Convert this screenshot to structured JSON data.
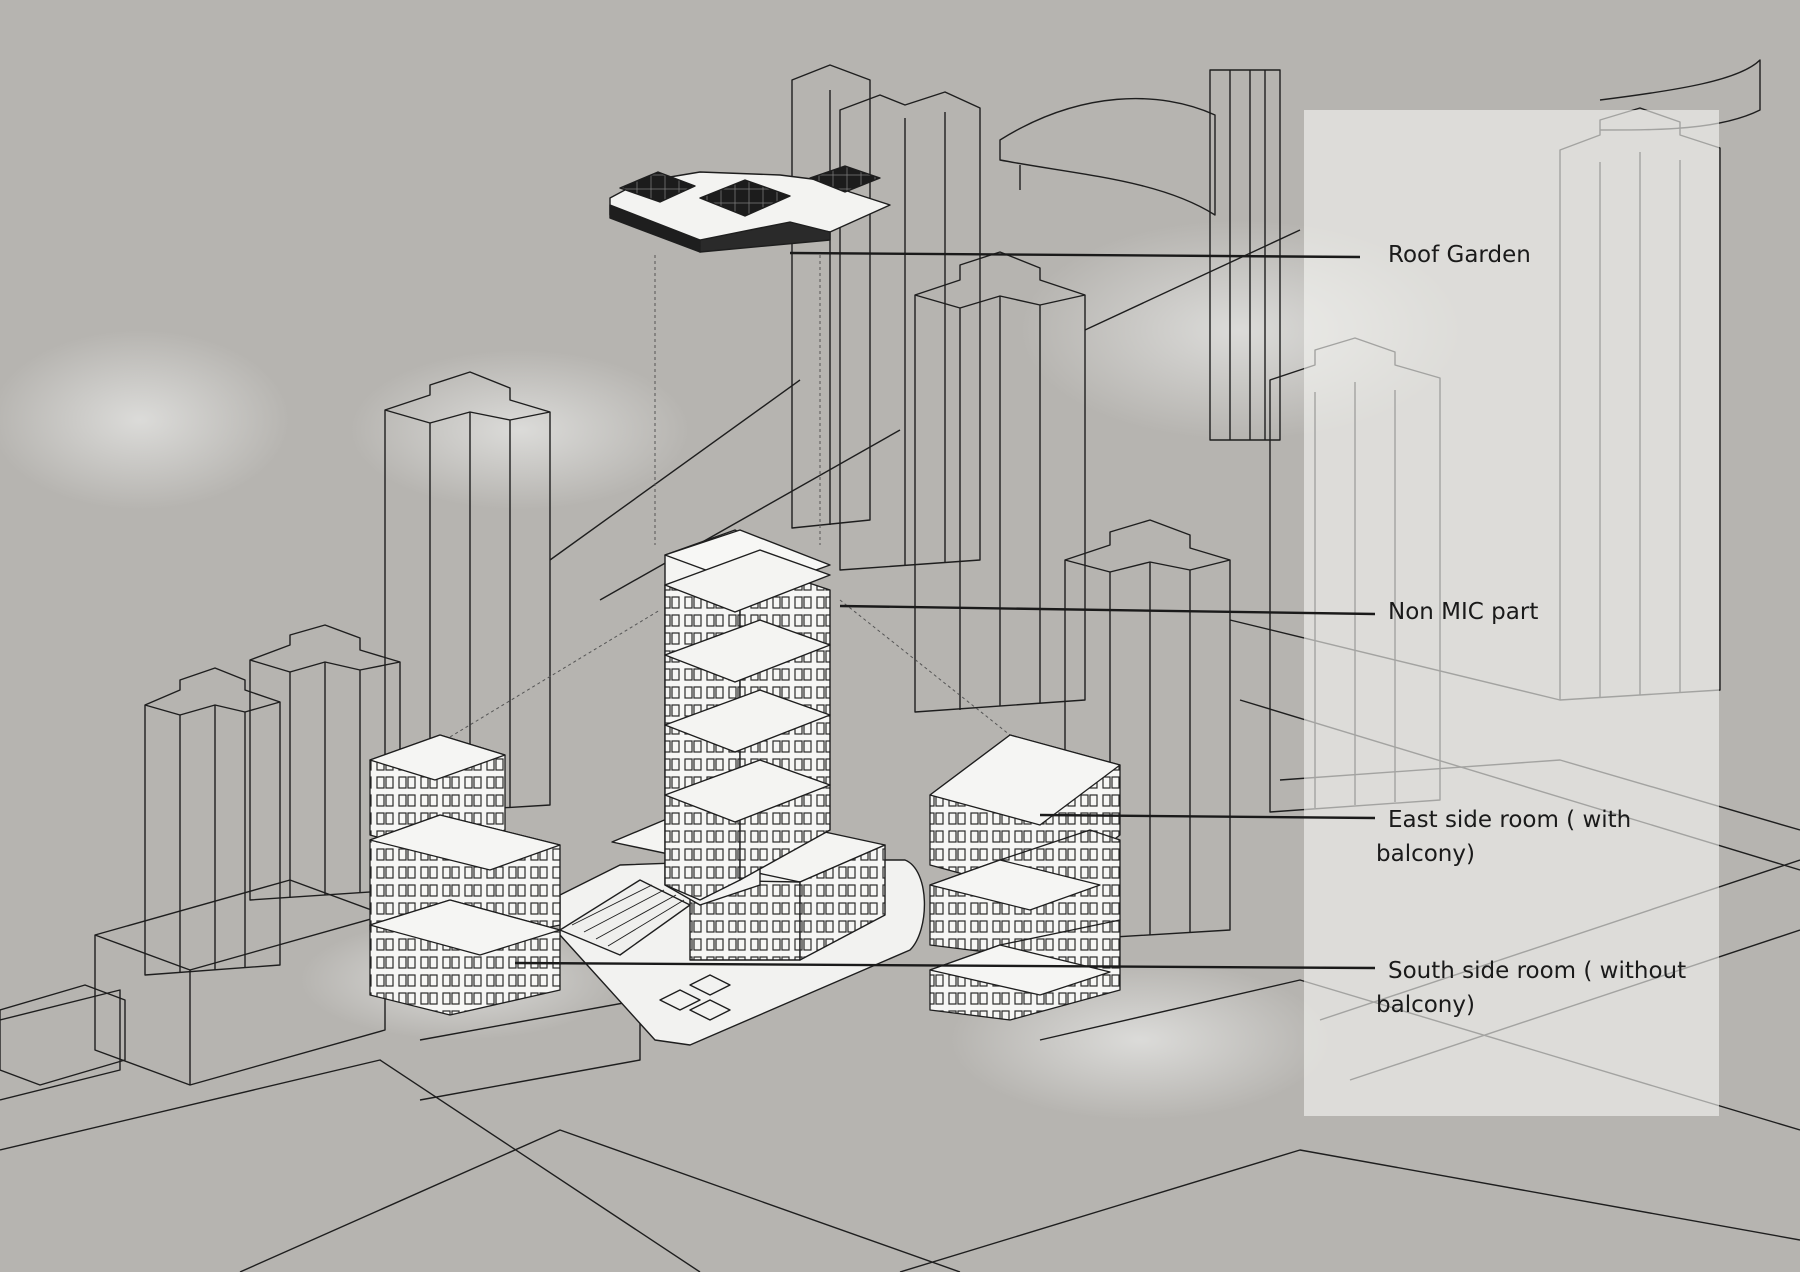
{
  "labels": {
    "roof_garden": "Roof Garden",
    "non_mic": "Non MIC part",
    "east_room": {
      "line1": "East side room ( with",
      "line2": "balcony)"
    },
    "south_room": {
      "line1": "South side room ( without",
      "line2": "balcony)"
    }
  },
  "colors": {
    "background": "#b6b4b0",
    "line": "#1e1e1e",
    "building_fill": "#f4f4f2",
    "roof_panel": "#1c1c1c"
  }
}
